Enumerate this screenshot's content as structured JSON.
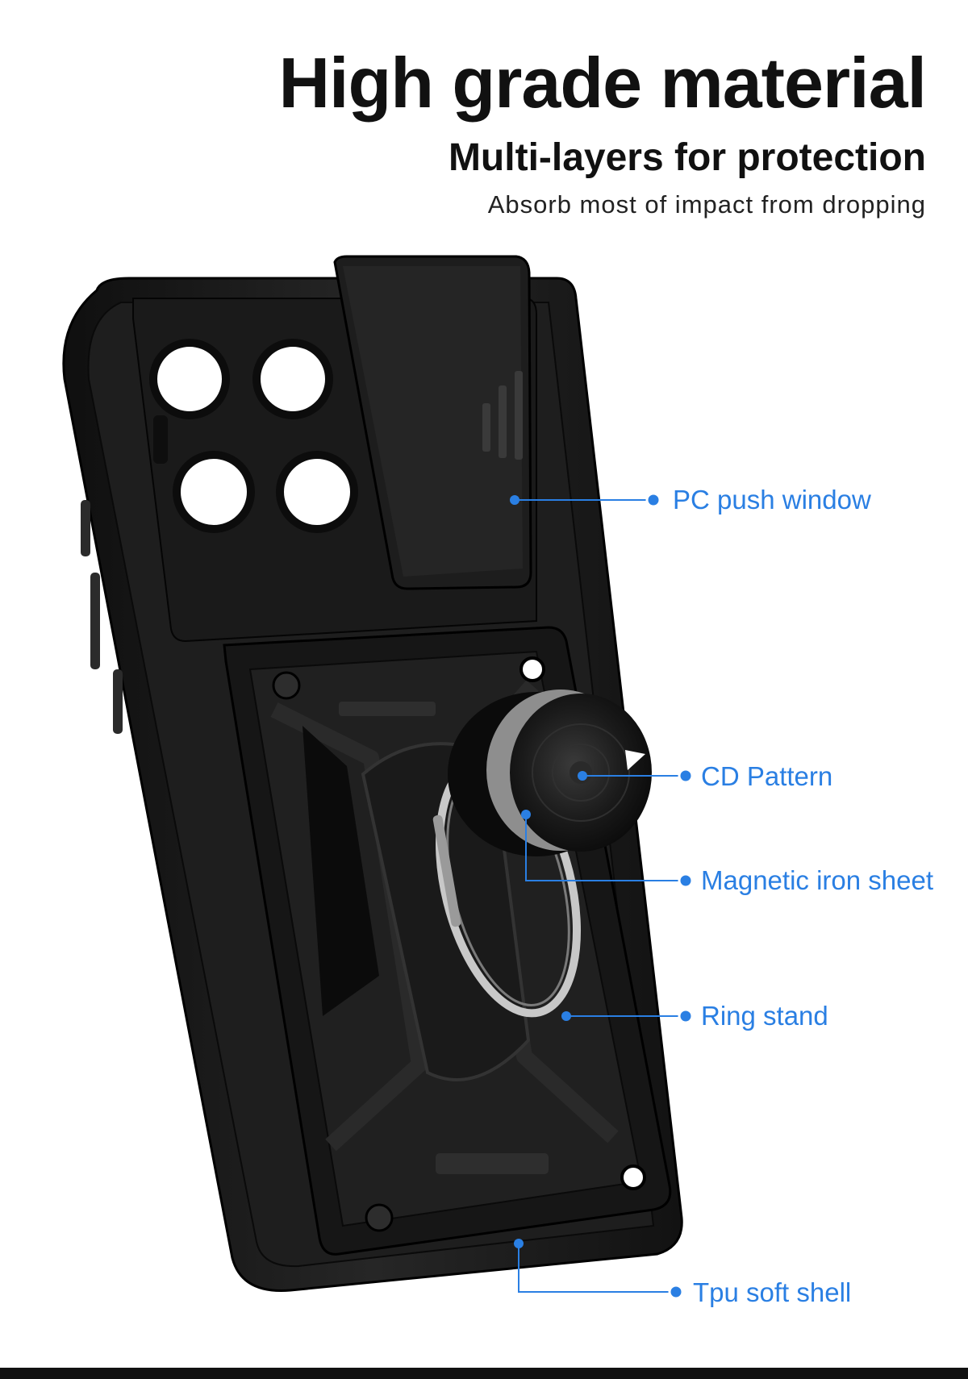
{
  "header": {
    "headline": "High grade material",
    "subheadline": "Multi-layers for protection",
    "tagline": "Absorb most of impact from dropping"
  },
  "product": {
    "image_subject": "phone-case-with-camera-slider-and-ring-stand",
    "case_color": "#1b1b1b",
    "ring_color": "#c8c8c8"
  },
  "callouts": [
    {
      "id": "pc-push-window",
      "label": "PC push window"
    },
    {
      "id": "cd-pattern",
      "label": "CD Pattern"
    },
    {
      "id": "magnetic-iron-sheet",
      "label": "Magnetic iron sheet"
    },
    {
      "id": "ring-stand",
      "label": "Ring stand"
    },
    {
      "id": "tpu-soft-shell",
      "label": "Tpu soft shell"
    }
  ],
  "colors": {
    "accent": "#2a7fe3",
    "text_dark": "#111111",
    "background": "#ffffff"
  }
}
